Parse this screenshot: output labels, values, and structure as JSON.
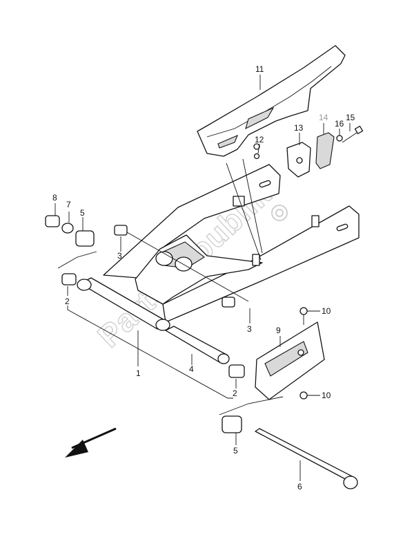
{
  "watermark": "PartsRepublik",
  "callouts": [
    {
      "id": "num-1",
      "label": "1"
    },
    {
      "id": "num-2a",
      "label": "2"
    },
    {
      "id": "num-2b",
      "label": "2"
    },
    {
      "id": "num-3a",
      "label": "3"
    },
    {
      "id": "num-3b",
      "label": "3"
    },
    {
      "id": "num-4",
      "label": "4"
    },
    {
      "id": "num-5a",
      "label": "5"
    },
    {
      "id": "num-5b",
      "label": "5"
    },
    {
      "id": "num-6",
      "label": "6"
    },
    {
      "id": "num-7",
      "label": "7"
    },
    {
      "id": "num-8",
      "label": "8"
    },
    {
      "id": "num-9",
      "label": "9"
    },
    {
      "id": "num-10a",
      "label": "10"
    },
    {
      "id": "num-10b",
      "label": "10"
    },
    {
      "id": "num-11",
      "label": "11"
    },
    {
      "id": "num-12",
      "label": "12"
    },
    {
      "id": "num-13",
      "label": "13"
    },
    {
      "id": "num-14",
      "label": "14"
    },
    {
      "id": "num-15",
      "label": "15"
    },
    {
      "id": "num-16",
      "label": "16"
    }
  ]
}
